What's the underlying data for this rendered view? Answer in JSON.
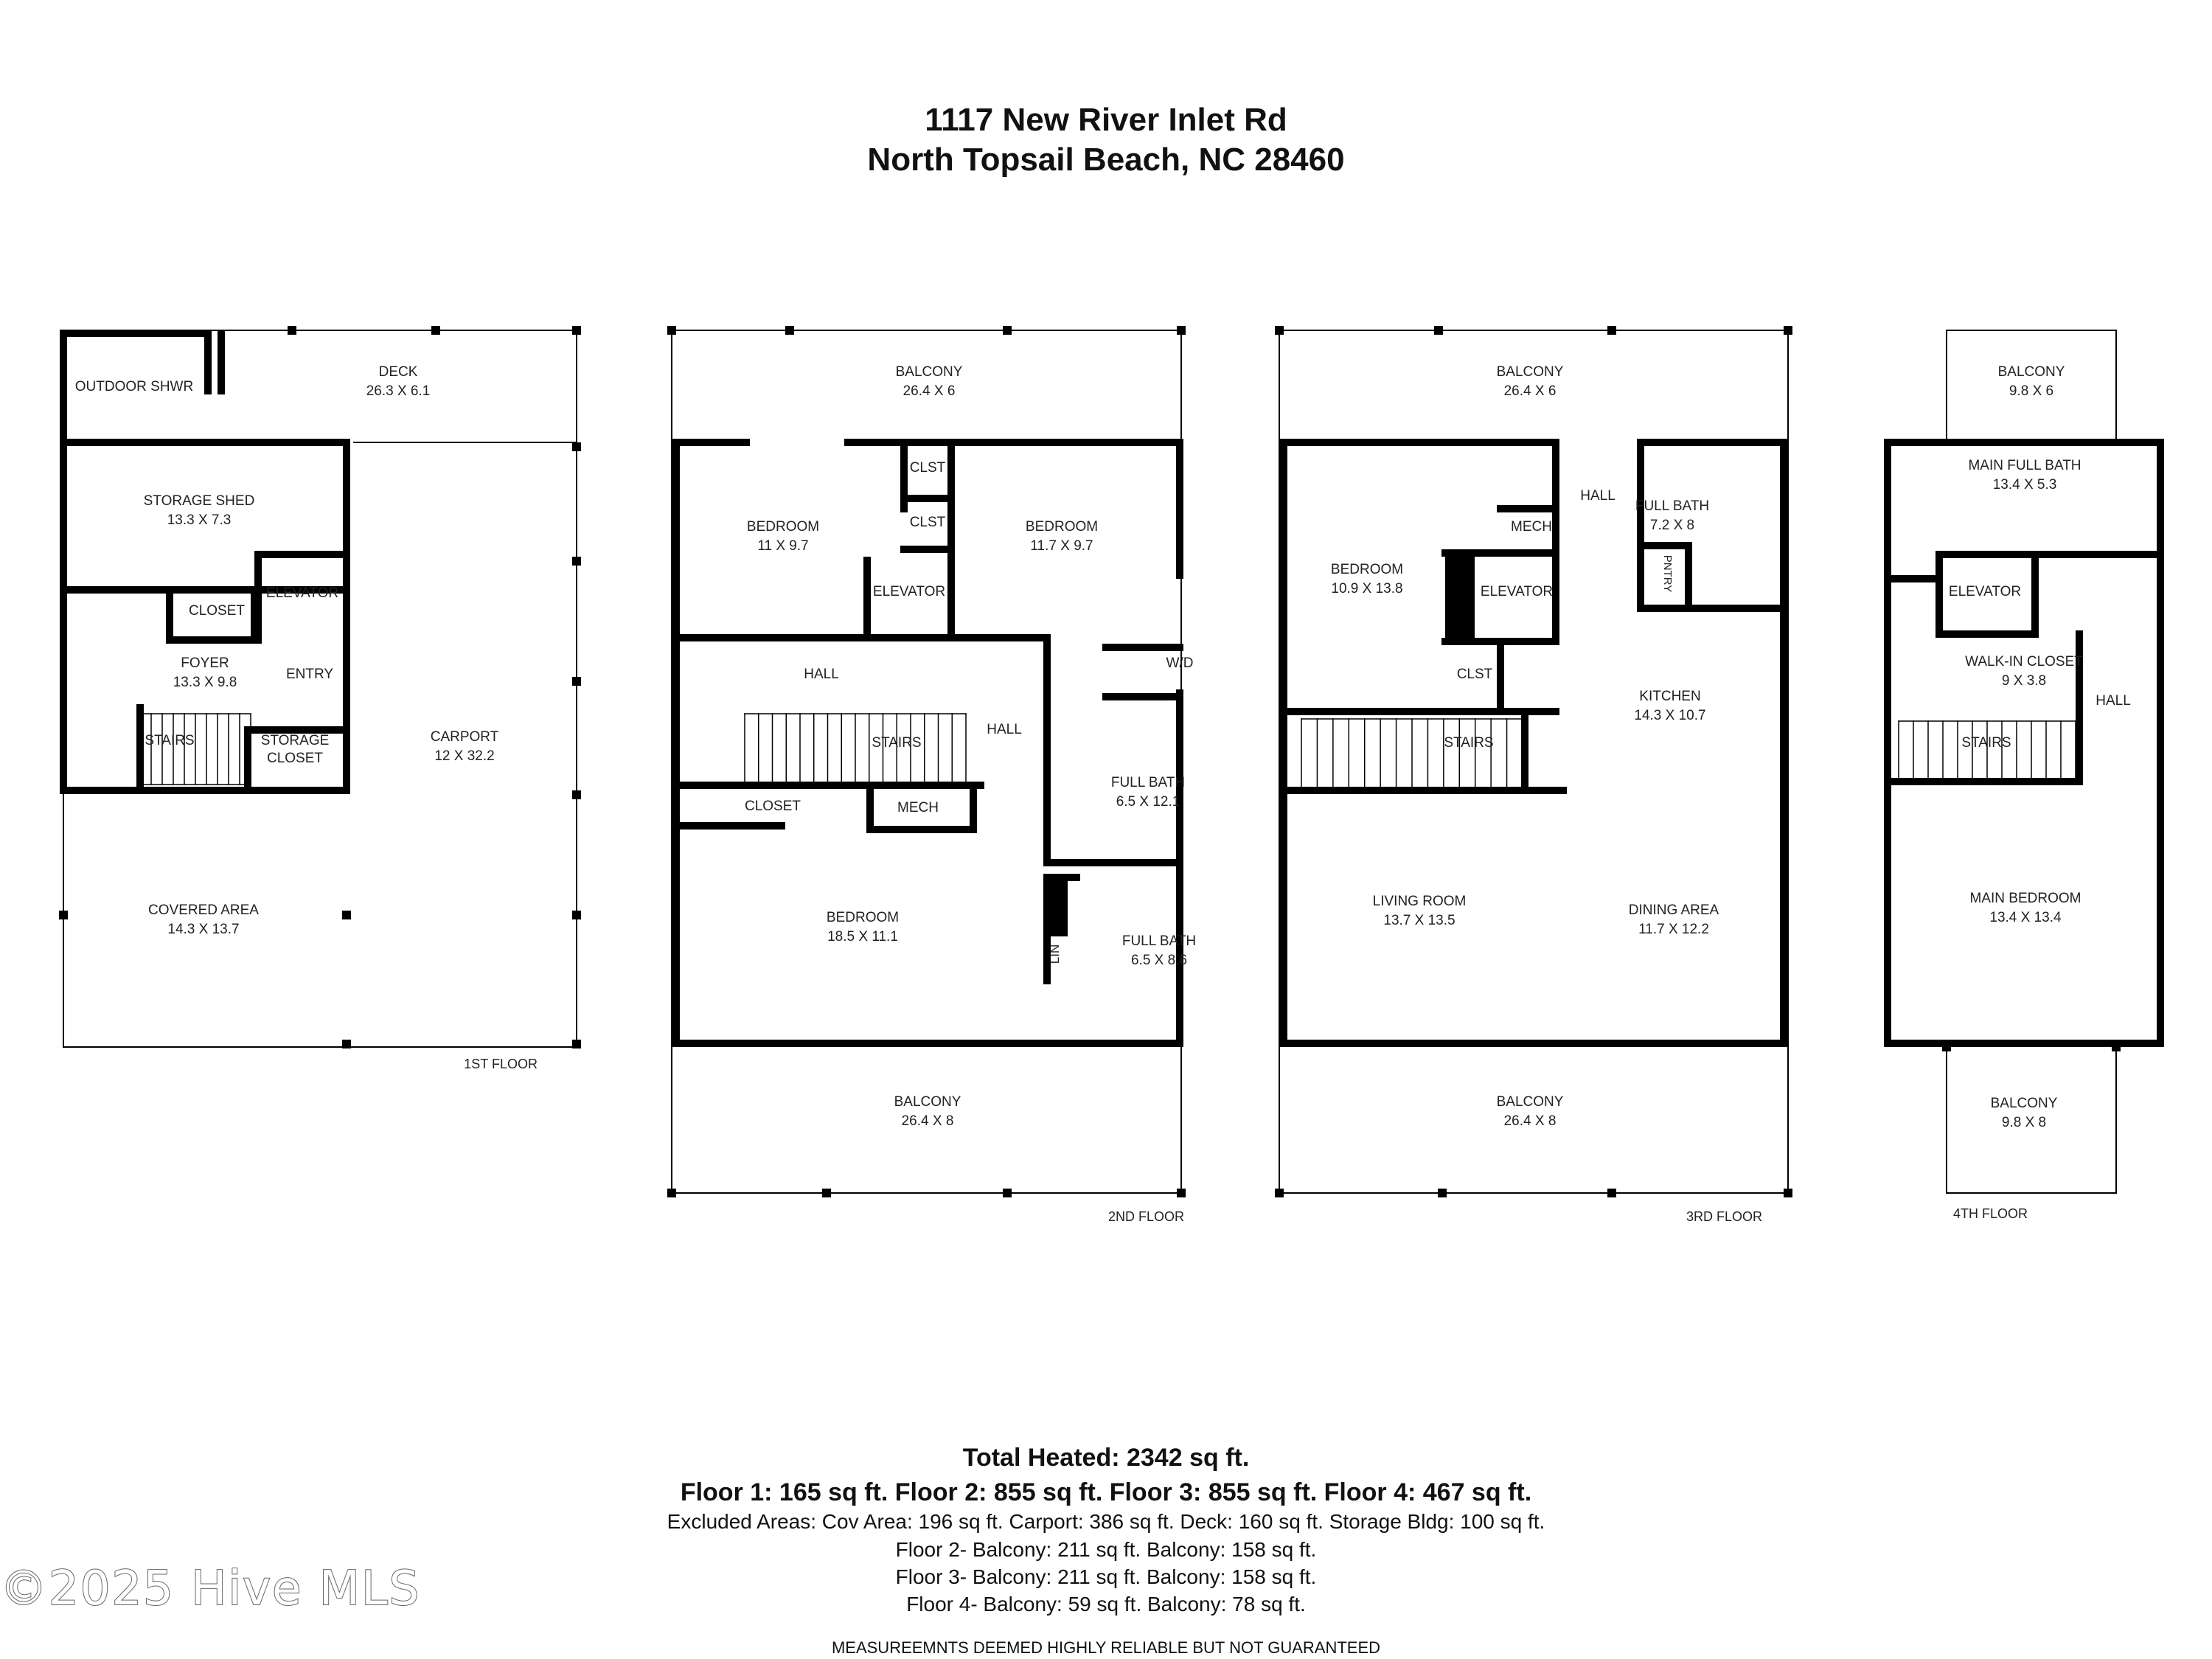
{
  "address": {
    "line1": "1117 New River Inlet Rd",
    "line2": "North Topsail Beach, NC 28460"
  },
  "floors": [
    {
      "label": "1ST FLOOR",
      "rooms": [
        {
          "name": "OUTDOOR SHWR",
          "dims": ""
        },
        {
          "name": "DECK",
          "dims": "26.3 X 6.1"
        },
        {
          "name": "STORAGE SHED",
          "dims": "13.3 X 7.3"
        },
        {
          "name": "CLOSET",
          "dims": ""
        },
        {
          "name": "ELEVATOR",
          "dims": ""
        },
        {
          "name": "FOYER",
          "dims": "13.3 X 9.8"
        },
        {
          "name": "ENTRY",
          "dims": ""
        },
        {
          "name": "STAIRS",
          "dims": ""
        },
        {
          "name": "STORAGE CLOSET",
          "dims": ""
        },
        {
          "name": "CARPORT",
          "dims": "12 X 32.2"
        },
        {
          "name": "COVERED AREA",
          "dims": "14.3 X 13.7"
        }
      ]
    },
    {
      "label": "2ND FLOOR",
      "rooms": [
        {
          "name": "BALCONY",
          "dims": "26.4 X 6"
        },
        {
          "name": "BEDROOM",
          "dims": "11 X 9.7"
        },
        {
          "name": "CLST",
          "dims": ""
        },
        {
          "name": "CLST",
          "dims": ""
        },
        {
          "name": "BEDROOM",
          "dims": "11.7 X 9.7"
        },
        {
          "name": "ELEVATOR",
          "dims": ""
        },
        {
          "name": "HALL",
          "dims": ""
        },
        {
          "name": "W/D",
          "dims": ""
        },
        {
          "name": "STAIRS",
          "dims": ""
        },
        {
          "name": "HALL",
          "dims": ""
        },
        {
          "name": "CLOSET",
          "dims": ""
        },
        {
          "name": "MECH",
          "dims": ""
        },
        {
          "name": "FULL BATH",
          "dims": "6.5 X 12.1"
        },
        {
          "name": "BEDROOM",
          "dims": "18.5 X 11.1"
        },
        {
          "name": "LIN",
          "dims": ""
        },
        {
          "name": "FULL BATH",
          "dims": "6.5 X 8.6"
        },
        {
          "name": "BALCONY",
          "dims": "26.4 X 8"
        }
      ]
    },
    {
      "label": "3RD FLOOR",
      "rooms": [
        {
          "name": "BALCONY",
          "dims": "26.4 X 6"
        },
        {
          "name": "HALL",
          "dims": ""
        },
        {
          "name": "FULL BATH",
          "dims": "7.2 X 8"
        },
        {
          "name": "MECH",
          "dims": ""
        },
        {
          "name": "BEDROOM",
          "dims": "10.9 X 13.8"
        },
        {
          "name": "ELEVATOR",
          "dims": ""
        },
        {
          "name": "PNTRY",
          "dims": ""
        },
        {
          "name": "CLST",
          "dims": ""
        },
        {
          "name": "KITCHEN",
          "dims": "14.3 X 10.7"
        },
        {
          "name": "STAIRS",
          "dims": ""
        },
        {
          "name": "LIVING ROOM",
          "dims": "13.7 X 13.5"
        },
        {
          "name": "DINING AREA",
          "dims": "11.7 X 12.2"
        },
        {
          "name": "BALCONY",
          "dims": "26.4 X 8"
        }
      ]
    },
    {
      "label": "4TH FLOOR",
      "rooms": [
        {
          "name": "BALCONY",
          "dims": "9.8 X 6"
        },
        {
          "name": "MAIN FULL BATH",
          "dims": "13.4 X 5.3"
        },
        {
          "name": "ELEVATOR",
          "dims": ""
        },
        {
          "name": "WALK-IN CLOSET",
          "dims": "9 X 3.8"
        },
        {
          "name": "HALL",
          "dims": ""
        },
        {
          "name": "STAIRS",
          "dims": ""
        },
        {
          "name": "MAIN BEDROOM",
          "dims": "13.4 X 13.4"
        },
        {
          "name": "BALCONY",
          "dims": "9.8 X 8"
        }
      ]
    }
  ],
  "summary": {
    "total": "Total Heated: 2342 sq ft.",
    "floors_line": "Floor 1: 165 sq ft. Floor 2: 855 sq ft. Floor 3: 855 sq ft. Floor 4: 467 sq ft.",
    "excluded": "Excluded Areas: Cov Area: 196 sq ft. Carport: 386 sq ft. Deck: 160 sq ft. Storage Bldg: 100 sq ft.",
    "floor2": "Floor 2- Balcony: 211 sq ft. Balcony: 158 sq ft.",
    "floor3": "Floor 3- Balcony: 211 sq ft. Balcony: 158 sq ft.",
    "floor4": "Floor 4- Balcony: 59 sq ft. Balcony: 78 sq ft."
  },
  "watermark": "©2025 Hive MLS",
  "disclaimer": "MEASUREEMNTS DEEMED HIGHLY RELIABLE BUT NOT GUARANTEED"
}
